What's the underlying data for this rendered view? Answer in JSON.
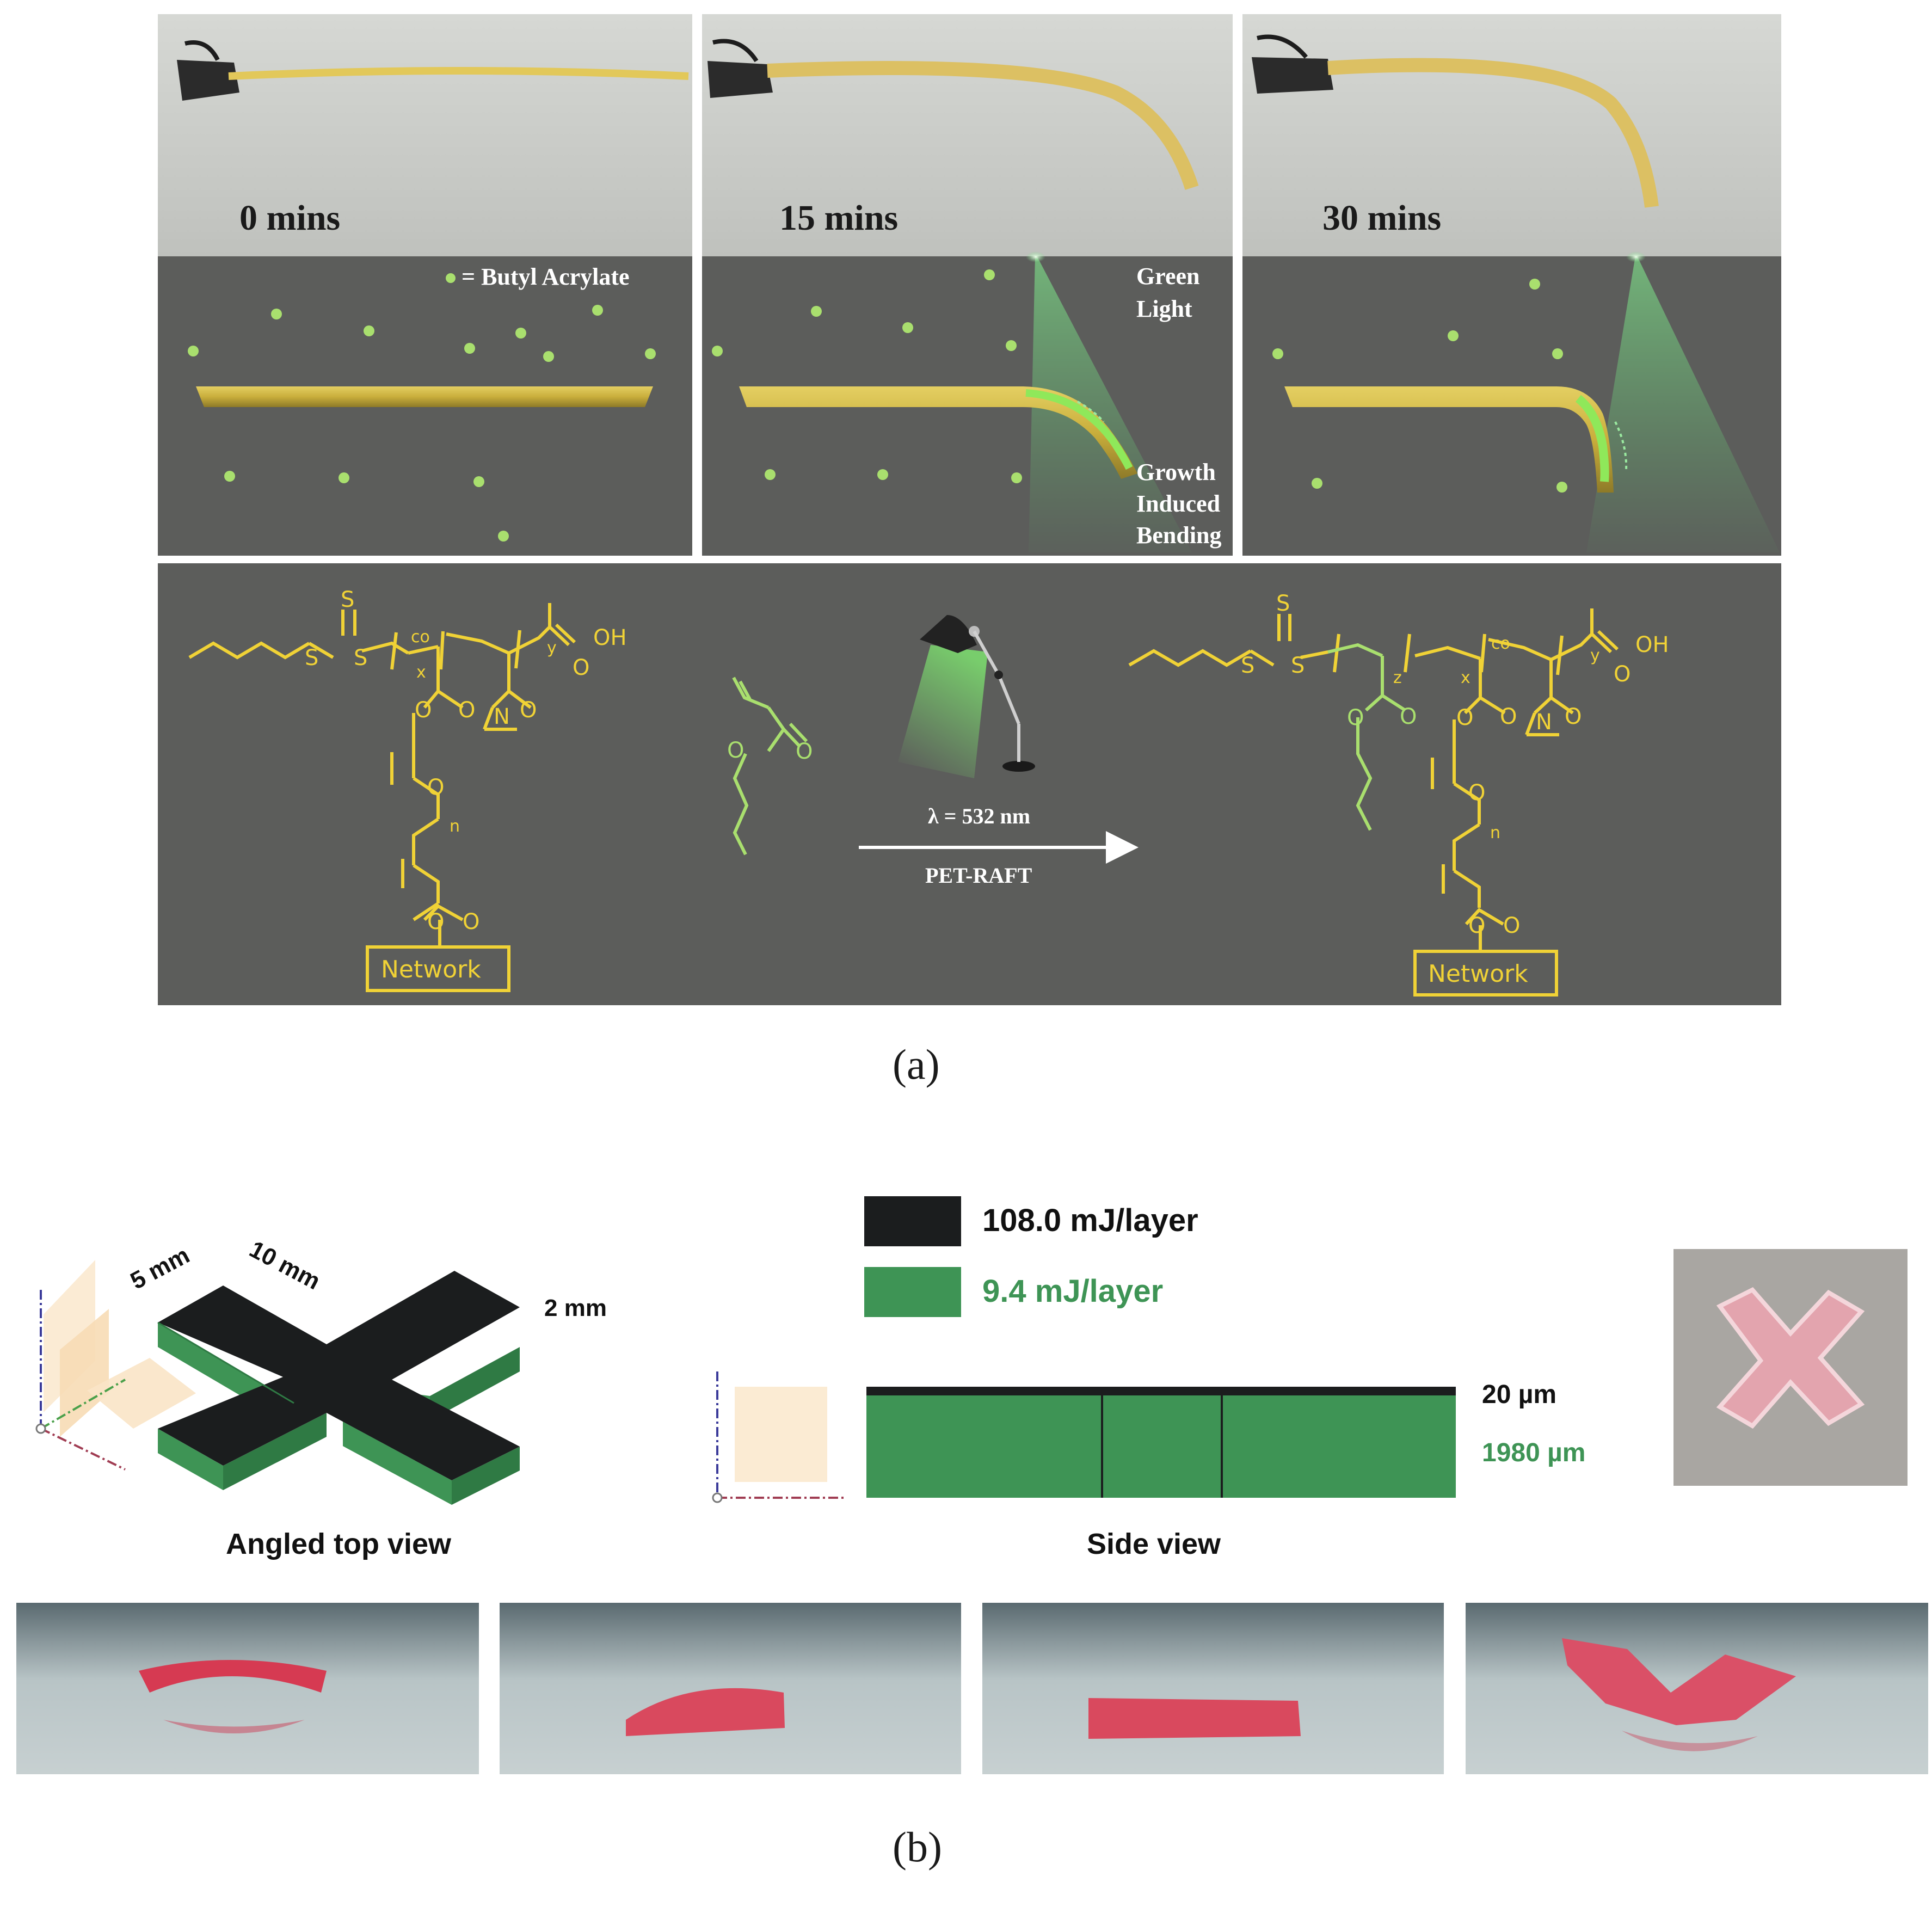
{
  "panel_a": {
    "time_labels": [
      "0 mins",
      "15 mins",
      "30 mins"
    ],
    "legend": "= Butyl Acrylate",
    "green_light": [
      "Green",
      "Light"
    ],
    "growth": [
      "Growth",
      "Induced",
      "Bending"
    ],
    "reaction": {
      "wavelength": "λ = 532 nm",
      "method": "PET-RAFT",
      "network_label": "Network",
      "atoms": {
        "S": "S",
        "O": "O",
        "N": "N",
        "OH": "OH",
        "co": "co"
      },
      "subscripts": {
        "x": "x",
        "y": "y",
        "z": "z",
        "n": "n"
      }
    },
    "caption": "(a)"
  },
  "panel_b": {
    "dims": {
      "width": "5 mm",
      "length": "10 mm",
      "height": "2 mm"
    },
    "angled_title": "Angled top view",
    "side_title": "Side view",
    "legend": [
      {
        "label": "108.0 mJ/layer",
        "color": "#1b1d1e"
      },
      {
        "label": "9.4 mJ/layer",
        "color": "#3e9455"
      }
    ],
    "layers": {
      "top": "20 µm",
      "bottom": "1980 µm"
    },
    "caption": "(b)"
  },
  "colors": {
    "yellow": "#f0d236",
    "green_dot": "#a9df6e",
    "dark_gray": "#5c5d5b",
    "black_layer": "#1b1d1e",
    "green_layer": "#3e9455",
    "beam": "#5fc66e"
  }
}
